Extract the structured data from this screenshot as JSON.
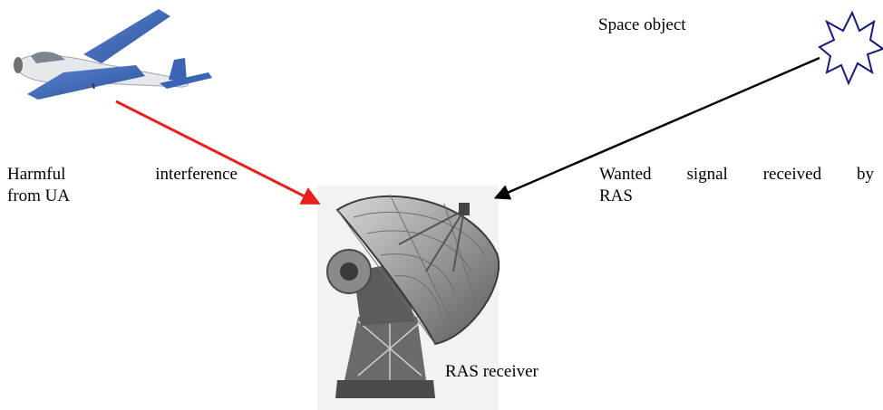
{
  "labels": {
    "space_object": "Space object",
    "interference_line1_word1": "Harmful",
    "interference_line1_word2": "interference",
    "interference_line2": "from UA",
    "wanted_line1_word1": "Wanted",
    "wanted_line1_word2": "signal",
    "wanted_line1_word3": "received",
    "wanted_line1_word4": "by",
    "wanted_line2": "RAS",
    "receiver": "RAS receiver"
  },
  "colors": {
    "interference_arrow": "#e8201c",
    "wanted_arrow": "#000000",
    "star_outline": "#1a1a7a",
    "aircraft_wing": "#3a64b4",
    "aircraft_body": "#e6e8ec"
  },
  "icons": {
    "aircraft": "unmanned-aircraft-icon",
    "space_object": "star-burst-icon",
    "receiver": "radio-telescope-icon"
  }
}
